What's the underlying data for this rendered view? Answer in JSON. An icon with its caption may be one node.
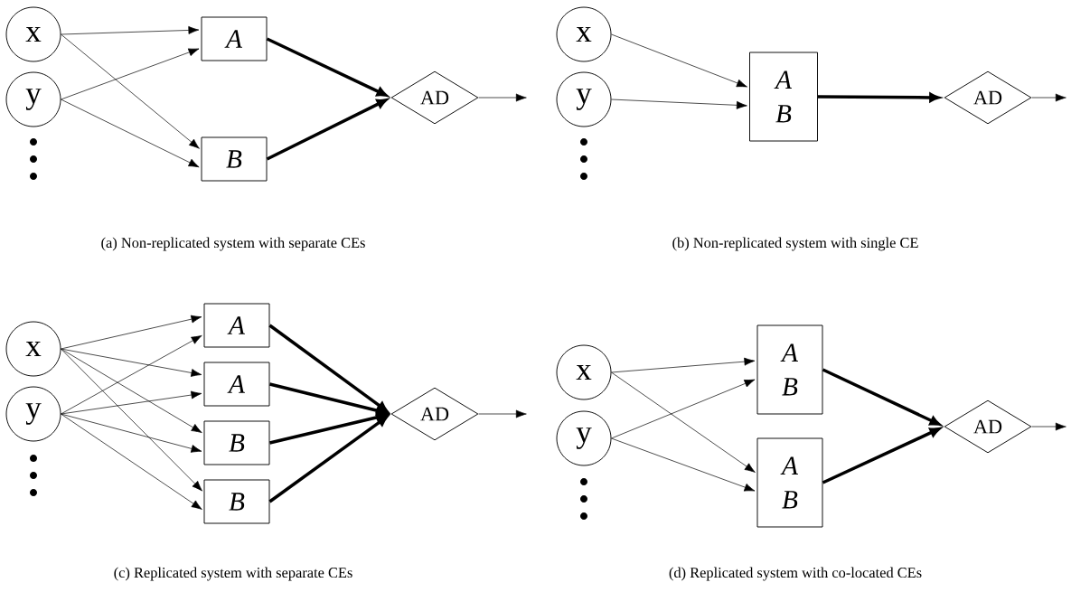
{
  "diagram": {
    "nodes": [
      {
        "text": [
          "x"
        ]
      },
      {
        "text": [
          "y"
        ]
      },
      {
        "text": [
          "A"
        ]
      },
      {
        "text": [
          "B"
        ]
      },
      {
        "text": [
          "AD"
        ]
      },
      {
        "text": [
          "x"
        ]
      },
      {
        "text": [
          "y"
        ]
      },
      {
        "text": [
          "A",
          "B"
        ]
      },
      {
        "text": [
          "AD"
        ]
      },
      {
        "text": [
          "x"
        ]
      },
      {
        "text": [
          "y"
        ]
      },
      {
        "text": [
          "A"
        ]
      },
      {
        "text": [
          "A"
        ]
      },
      {
        "text": [
          "B"
        ]
      },
      {
        "text": [
          "B"
        ]
      },
      {
        "text": [
          "AD"
        ]
      },
      {
        "text": [
          "x"
        ]
      },
      {
        "text": [
          "y"
        ]
      },
      {
        "text": [
          "A",
          "B"
        ]
      },
      {
        "text": [
          "A",
          "B"
        ]
      },
      {
        "text": [
          "AD"
        ]
      }
    ],
    "edges": [
      {
        "from": 0,
        "to": 2,
        "arrow": "to"
      },
      {
        "from": 0,
        "to": 3,
        "arrow": "to"
      },
      {
        "from": 1,
        "to": 2,
        "arrow": "to"
      },
      {
        "from": 1,
        "to": 3,
        "arrow": "to"
      },
      {
        "from": 2,
        "to": 4,
        "arrow": "to",
        "style": "thick"
      },
      {
        "from": 3,
        "to": 4,
        "arrow": "to",
        "style": "thick"
      },
      {
        "from": 4,
        "to": null,
        "arrow": "to"
      },
      {
        "from": 5,
        "to": 7,
        "arrow": "to"
      },
      {
        "from": 6,
        "to": 7,
        "arrow": "to"
      },
      {
        "from": 7,
        "to": 8,
        "arrow": "to",
        "style": "thick"
      },
      {
        "from": 8,
        "to": null,
        "arrow": "to"
      },
      {
        "from": 9,
        "to": 11,
        "arrow": "to"
      },
      {
        "from": 9,
        "to": 12,
        "arrow": "to"
      },
      {
        "from": 9,
        "to": 13,
        "arrow": "to"
      },
      {
        "from": 9,
        "to": 14,
        "arrow": "to"
      },
      {
        "from": 10,
        "to": 11,
        "arrow": "to"
      },
      {
        "from": 10,
        "to": 12,
        "arrow": "to"
      },
      {
        "from": 10,
        "to": 13,
        "arrow": "to"
      },
      {
        "from": 10,
        "to": 14,
        "arrow": "to"
      },
      {
        "from": 11,
        "to": 15,
        "arrow": "to",
        "style": "thick"
      },
      {
        "from": 12,
        "to": 15,
        "arrow": "to",
        "style": "thick"
      },
      {
        "from": 13,
        "to": 15,
        "arrow": "to",
        "style": "thick"
      },
      {
        "from": 14,
        "to": 15,
        "arrow": "to",
        "style": "thick"
      },
      {
        "from": 15,
        "to": null,
        "arrow": "to"
      },
      {
        "from": 16,
        "to": 18,
        "arrow": "to"
      },
      {
        "from": 16,
        "to": 19,
        "arrow": "to"
      },
      {
        "from": 17,
        "to": 18,
        "arrow": "to"
      },
      {
        "from": 17,
        "to": 19,
        "arrow": "to"
      },
      {
        "from": 18,
        "to": 20,
        "arrow": "to",
        "style": "thick"
      },
      {
        "from": 19,
        "to": 20,
        "arrow": "to",
        "style": "thick"
      },
      {
        "from": 20,
        "to": null,
        "arrow": "to"
      }
    ],
    "labels": [
      "(a) Non-replicated system with separate CEs",
      "(b) Non-replicated system with single CE",
      "(c) Replicated system with separate CEs",
      "(d) Replicated system with co-located CEs"
    ]
  }
}
